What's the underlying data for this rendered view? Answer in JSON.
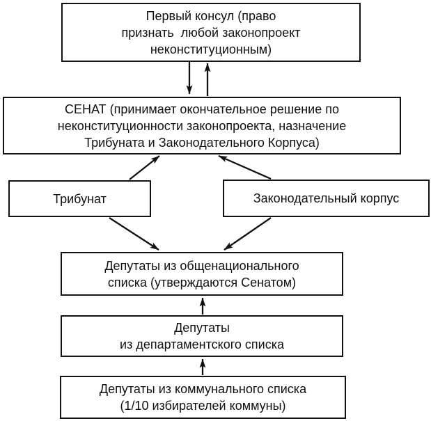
{
  "diagram": {
    "boxes": {
      "consul": {
        "lines": [
          "Первый консул (право",
          "признать  любой законопроект",
          "неконституционным)"
        ]
      },
      "senate": {
        "lines": [
          "СЕНАТ (принимает окончательное решение по",
          "неконституционности законопроекта, назначение",
          "Трибуната и Законодательного Корпуса)"
        ]
      },
      "tribunate": {
        "lines": [
          "Трибунат"
        ]
      },
      "legislative_corps": {
        "lines": [
          "Законодательный корпус"
        ]
      },
      "deputies_national": {
        "lines": [
          "Депутаты из общенационального",
          "списка (утверждаются Сенатом)"
        ]
      },
      "deputies_departmental": {
        "lines": [
          "Депутаты",
          "из департаментского списка"
        ]
      },
      "deputies_communal": {
        "lines": [
          "Депутаты из коммунального списка",
          "(1/10 избирателей коммуны)"
        ]
      }
    },
    "colors": {
      "box_border": "#111111",
      "box_background": "#ffffff",
      "arrow": "#111111",
      "text": "#111111",
      "page_background": "#ffffff"
    }
  }
}
